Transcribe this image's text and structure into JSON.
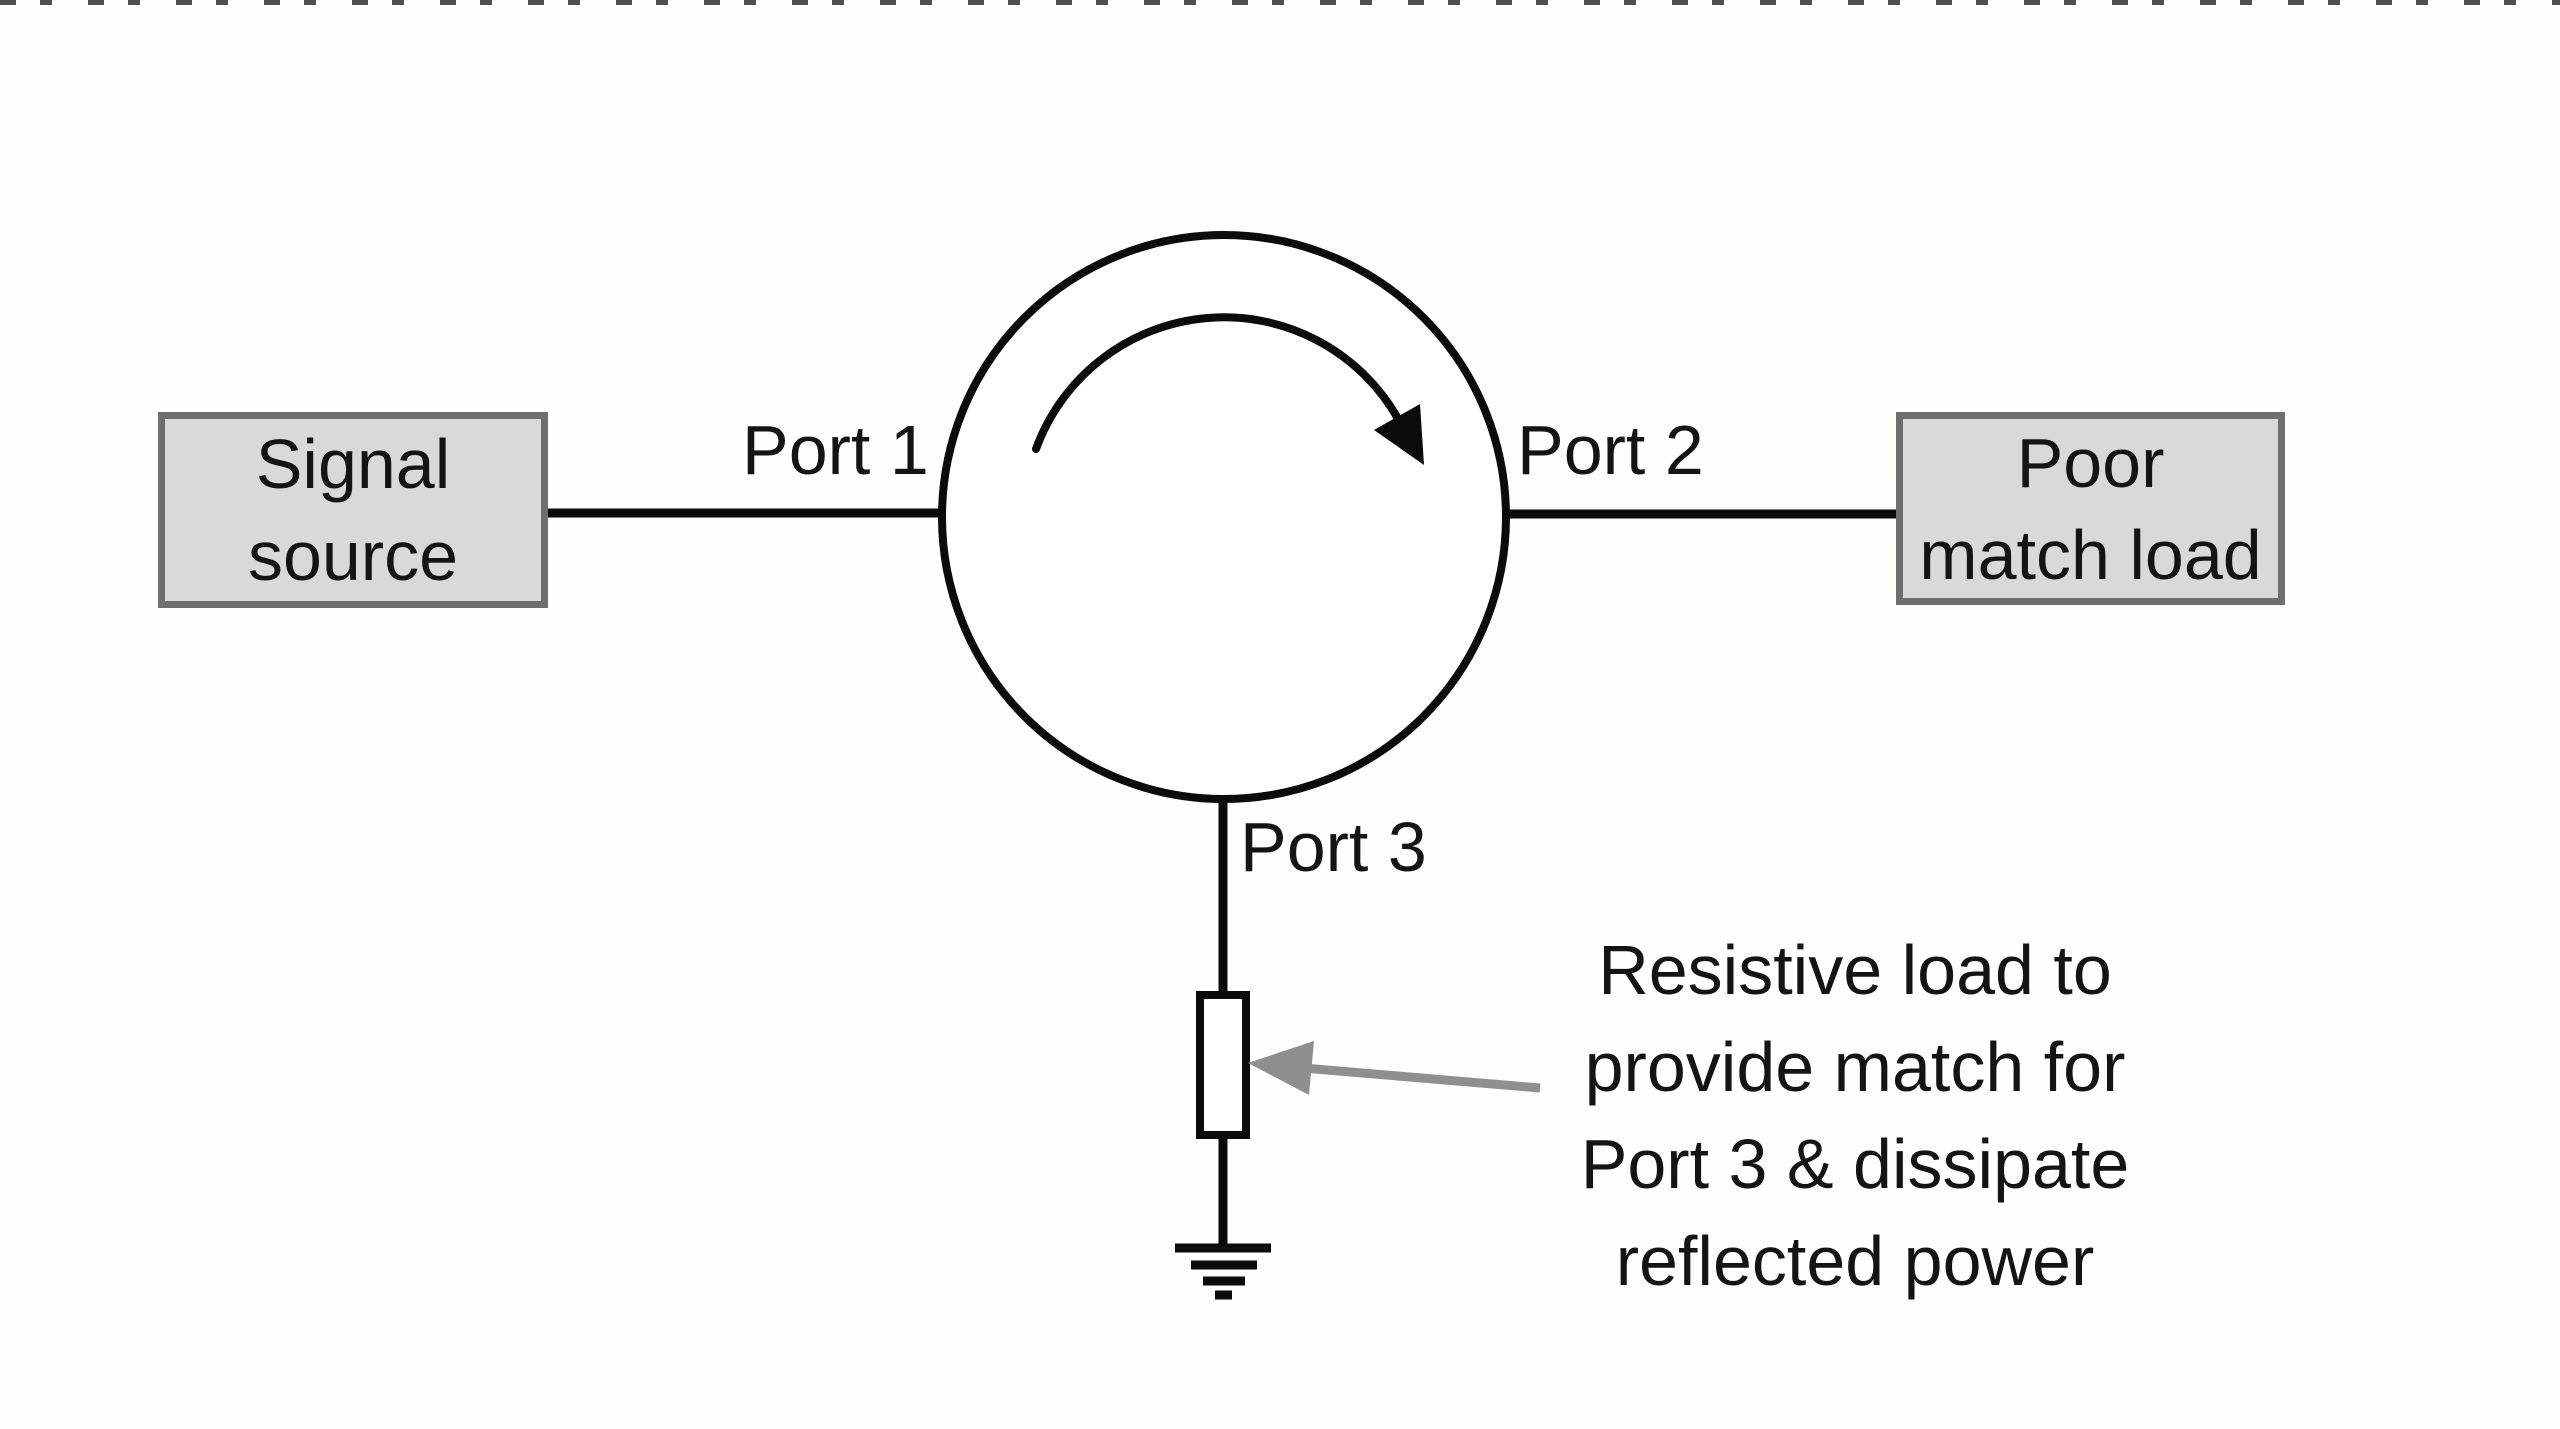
{
  "colors": {
    "background": "#fefefc",
    "stroke": "#0b0b0b",
    "box_fill": "#d9d9d9",
    "box_border": "#6f6f6f",
    "text": "#141414",
    "callout_arrow": "#8f8f8f",
    "top_strip": "#303030"
  },
  "boxes": {
    "signal_source": {
      "line1": "Signal",
      "line2": "source"
    },
    "poor_match_load": {
      "line1": "Poor",
      "line2": "match load"
    }
  },
  "ports": {
    "port1_label": "Port 1",
    "port2_label": "Port 2",
    "port3_label": "Port 3"
  },
  "icons": {
    "circulator_rotation": "clockwise-arrow",
    "ground": "ground-symbol",
    "resistor": "resistor-symbol"
  },
  "callout": {
    "lines": [
      "Resistive load to",
      "provide match for",
      "Port 3 & dissipate",
      "reflected power"
    ]
  }
}
